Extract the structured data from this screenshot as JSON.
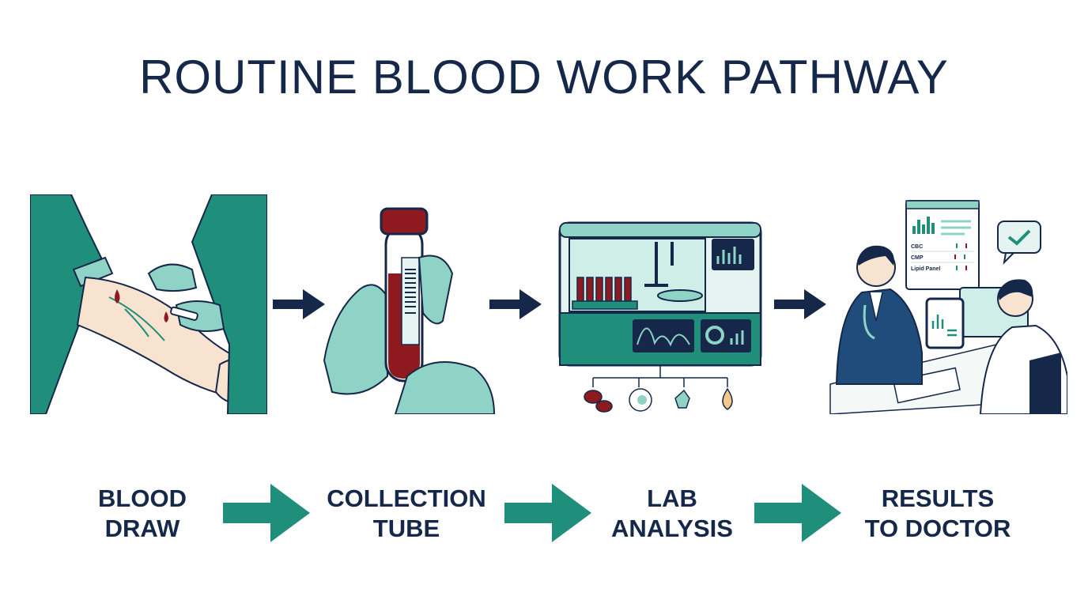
{
  "title": "ROUTINE BLOOD WORK PATHWAY",
  "colors": {
    "navy": "#15284a",
    "teal": "#1f8f7c",
    "teal_light": "#8fd3c6",
    "blood": "#8e1a1f",
    "skin": "#f7e3cf"
  },
  "steps": [
    {
      "line1": "BLOOD",
      "line2": "DRAW",
      "icon": "blood-draw-illustration"
    },
    {
      "line1": "COLLECTION",
      "line2": "TUBE",
      "icon": "collection-tube-illustration"
    },
    {
      "line1": "LAB",
      "line2": "ANALYSIS",
      "icon": "lab-analyzer-illustration"
    },
    {
      "line1": "RESULTS",
      "line2": "TO DOCTOR",
      "icon": "doctor-results-illustration"
    }
  ],
  "report": {
    "rows": [
      "CBC",
      "CMP",
      "Lipid Panel"
    ]
  }
}
